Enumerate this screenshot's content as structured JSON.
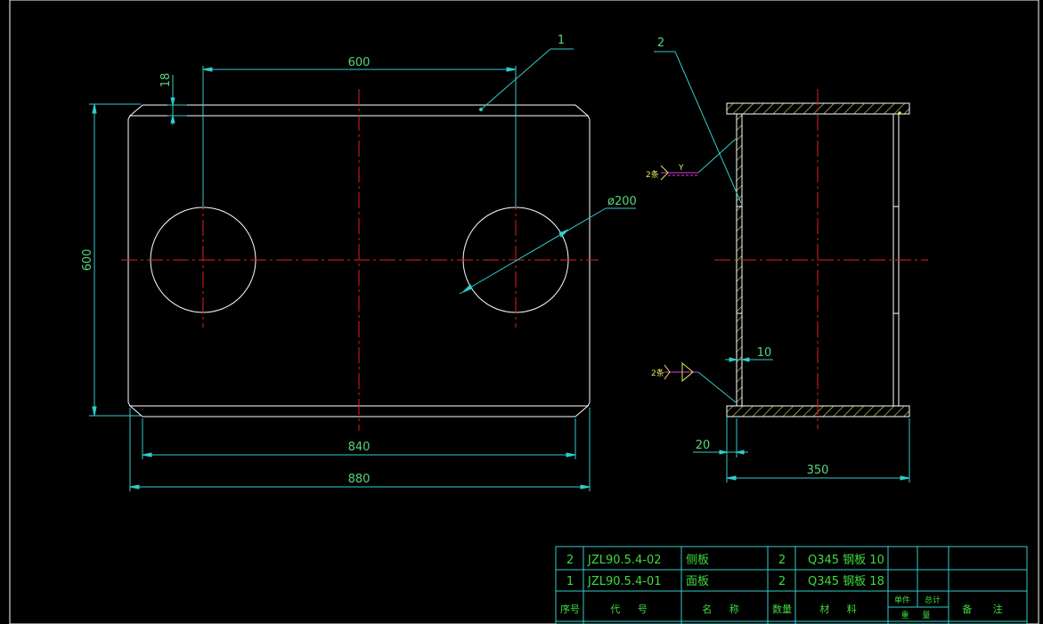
{
  "front_view": {
    "dim_top": "600",
    "dim_thickness": "18",
    "dim_height": "600",
    "dim_inner_width": "840",
    "dim_outer_width": "880",
    "hole_label": "ø200",
    "part_callout": "1"
  },
  "side_view": {
    "part_callout": "2",
    "dim_wall": "10",
    "dim_offset": "20",
    "dim_depth": "350",
    "weld_note_top": "2条",
    "weld_note_bottom": "2条",
    "weld_symbol": "Y"
  },
  "title_block": {
    "rows": [
      {
        "no": "2",
        "code": "JZL90.5.4-02",
        "name": "侧板",
        "qty": "2",
        "material": "Q345 钢板 10",
        "unit": "",
        "total": "",
        "remark": ""
      },
      {
        "no": "1",
        "code": "JZL90.5.4-01",
        "name": "面板",
        "qty": "2",
        "material": "Q345 钢板 18",
        "unit": "",
        "total": "",
        "remark": ""
      }
    ],
    "headers": {
      "no": "序号",
      "code": "代 号",
      "name": "名 称",
      "qty": "数量",
      "material": "材 料",
      "unit": "单件",
      "total": "总计",
      "weight": "重 量",
      "remark": "备 注"
    }
  }
}
